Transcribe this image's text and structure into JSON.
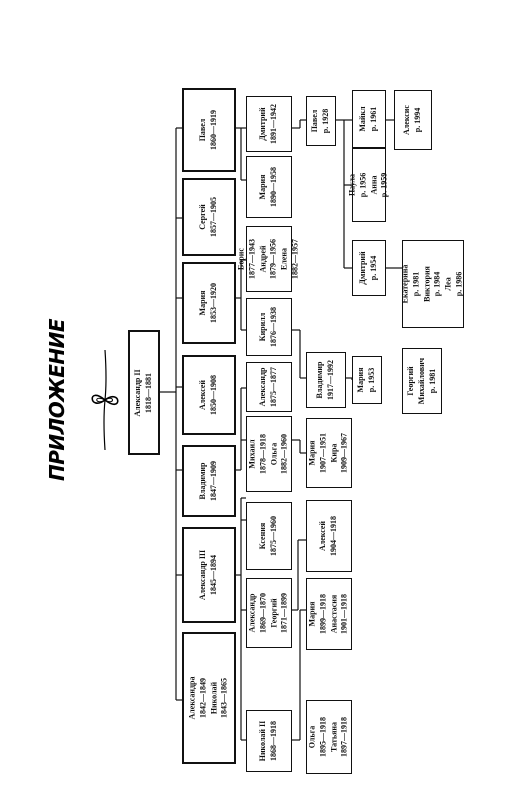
{
  "title": "ПРИЛОЖЕНИЕ",
  "nodes": {
    "alexander2": [
      "Александр II",
      "1818—1881"
    ],
    "alexandra_nikolai": [
      "Александра",
      "1842—1849",
      "Николай",
      "1843—1865"
    ],
    "alexander3": [
      "Александр III",
      "1845—1894"
    ],
    "vladimir": [
      "Владимир",
      "1847—1909"
    ],
    "alexei": [
      "Алексей",
      "1850—1908"
    ],
    "maria": [
      "Мария",
      "1853—1920"
    ],
    "sergei": [
      "Сергей",
      "1857—1905"
    ],
    "pavel": [
      "Павел",
      "1860—1919"
    ],
    "nikolai2": [
      "Николай II",
      "1868—1918"
    ],
    "alex_georgy": [
      "Александр",
      "1869—1870",
      "Георгий",
      "1871—1899"
    ],
    "ksenia": [
      "Ксения",
      "1875—1960"
    ],
    "mikhail_olga": [
      "Михаил",
      "1878—1918",
      "Ольга",
      "1882—1960"
    ],
    "alexandr_vl": [
      "Александр",
      "1875—1877"
    ],
    "kirill": [
      "Кирилл",
      "1876—1938"
    ],
    "boris_andrei_elena": [
      "Борис",
      "1877—1943",
      "Андрей",
      "1879—1956",
      "Елена",
      "1882—1957"
    ],
    "maria_pv": [
      "Мария",
      "1890—1958"
    ],
    "dmitry_pv": [
      "Дмитрий",
      "1891—1942"
    ],
    "olga_tatiana": [
      "Ольга",
      "1895—1918",
      "Татьяна",
      "1897—1918"
    ],
    "maria_anastasia": [
      "Мария",
      "1899—1918",
      "Анастасия",
      "1901—1918"
    ],
    "alexei_n": [
      "Алексей",
      "1904—1918"
    ],
    "maria_kira": [
      "Мария",
      "1907—1951",
      "Кира",
      "1909—1967"
    ],
    "vladimir_k": [
      "Владимир",
      "1917—1992"
    ],
    "maria_v": [
      "Мария",
      "р. 1953"
    ],
    "georgy": [
      "Георгий",
      "Михайлович",
      "р. 1981"
    ],
    "pavel_d": [
      "Павел",
      "р. 1928"
    ],
    "paula_anna": [
      "Паула",
      "р. 1956",
      "Анна",
      "р. 1959"
    ],
    "dmitry_d": [
      "Дмитрий",
      "р. 1954"
    ],
    "mikhail": [
      "Майкл",
      "р. 1961"
    ],
    "alexis": [
      "Алексис",
      "р. 1994"
    ],
    "ekaterina": [
      "Екатерина",
      "р. 1981",
      "Виктория",
      "р. 1984",
      "Леа",
      "р. 1986"
    ]
  }
}
